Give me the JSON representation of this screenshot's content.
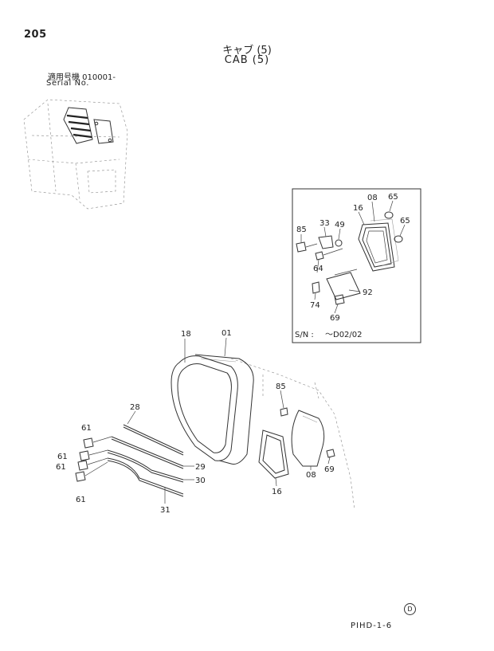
{
  "page": {
    "number": "205",
    "title_jp": "キャブ (5)",
    "title_en": "CAB (5)",
    "serial_jp": "適用号機 010001-",
    "serial_en": "Serial No.",
    "footer_code": "PIHD-1-6",
    "corner_mark": "D"
  },
  "inset": {
    "sn_label": "S/N :",
    "sn_value": "～D02/02",
    "callouts": [
      "85",
      "33",
      "49",
      "16",
      "08",
      "65",
      "65",
      "64",
      "74",
      "69",
      "92"
    ]
  },
  "main_callouts": [
    "18",
    "01",
    "85",
    "28",
    "61",
    "61",
    "61",
    "61",
    "29",
    "30",
    "31",
    "16",
    "08",
    "69"
  ]
}
